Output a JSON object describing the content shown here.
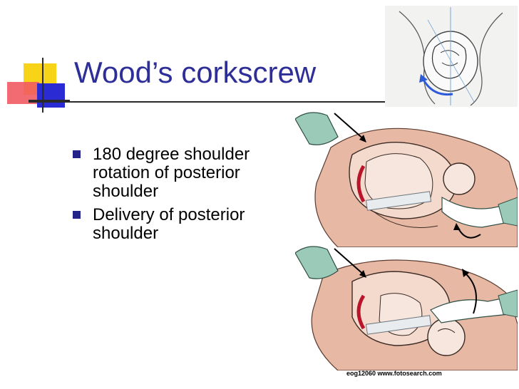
{
  "slide": {
    "title": "Wood’s corkscrew",
    "bullets": [
      {
        "text": "180 degree shoulder rotation of posterior shoulder"
      },
      {
        "text": "Delivery of posterior shoulder"
      }
    ],
    "credit": {
      "code": "eog12060",
      "site": "www.fotosearch.com"
    }
  },
  "colors": {
    "title": "#2e2e99",
    "bullet_marker": "#23238a",
    "logo_yellow": "#f7d417",
    "logo_red": "#f25b63",
    "logo_blue": "#2b2bd4",
    "skin": "#e7b9a4",
    "glove": "#9bcab8",
    "arrow": "#2d5bd8"
  }
}
